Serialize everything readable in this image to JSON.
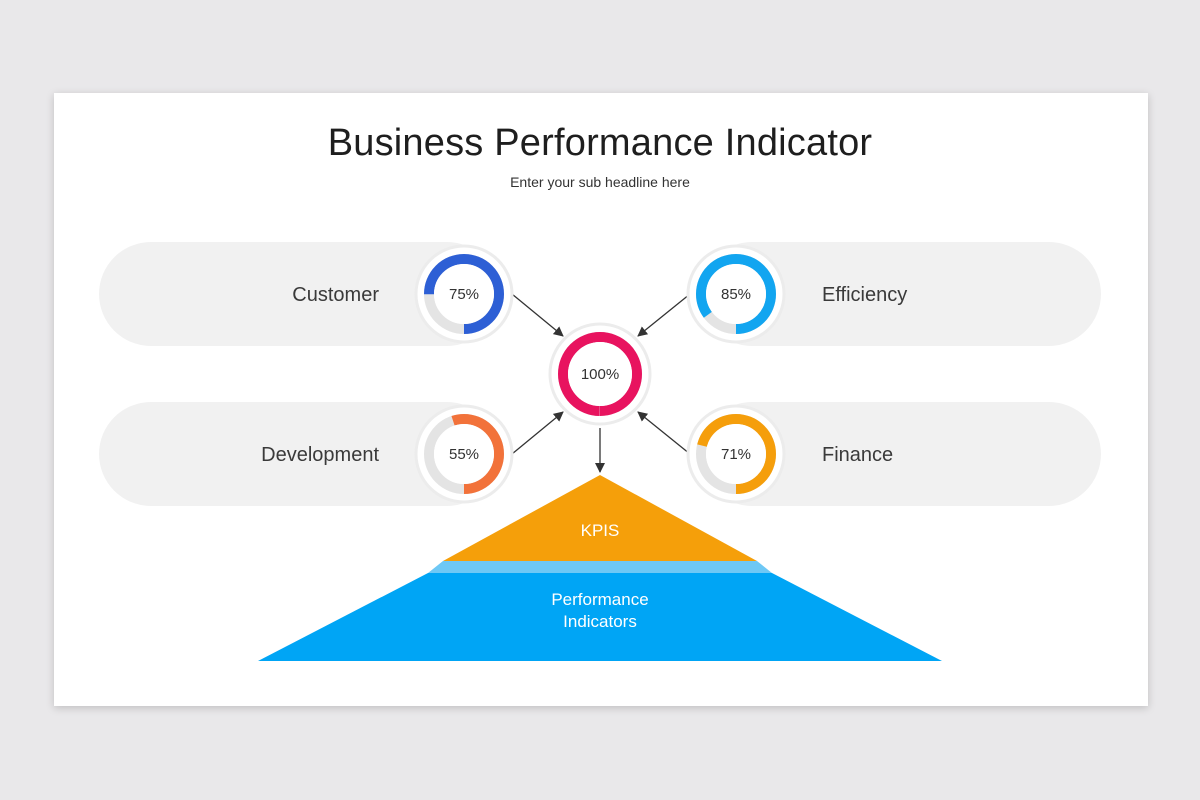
{
  "title": "Business Performance Indicator",
  "subtitle": "Enter your sub headline here",
  "center": {
    "value_label": "100%",
    "percent": 100,
    "color": "#e8135f"
  },
  "kpis": [
    {
      "label": "Customer",
      "value_label": "75%",
      "percent": 75,
      "color": "#2d5fd5"
    },
    {
      "label": "Efficiency",
      "value_label": "85%",
      "percent": 85,
      "color": "#12a5f0"
    },
    {
      "label": "Development",
      "value_label": "55%",
      "percent": 55,
      "color": "#f2723a"
    },
    {
      "label": "Finance",
      "value_label": "71%",
      "percent": 71,
      "color": "#f59e0b"
    }
  ],
  "pyramid": {
    "top_label": "KPIS",
    "top_color": "#f59f0a",
    "bottom_label_line1": "Performance",
    "bottom_label_line2": "Indicators",
    "bottom_color": "#00a5f5",
    "band_color": "#6ec8f5"
  }
}
